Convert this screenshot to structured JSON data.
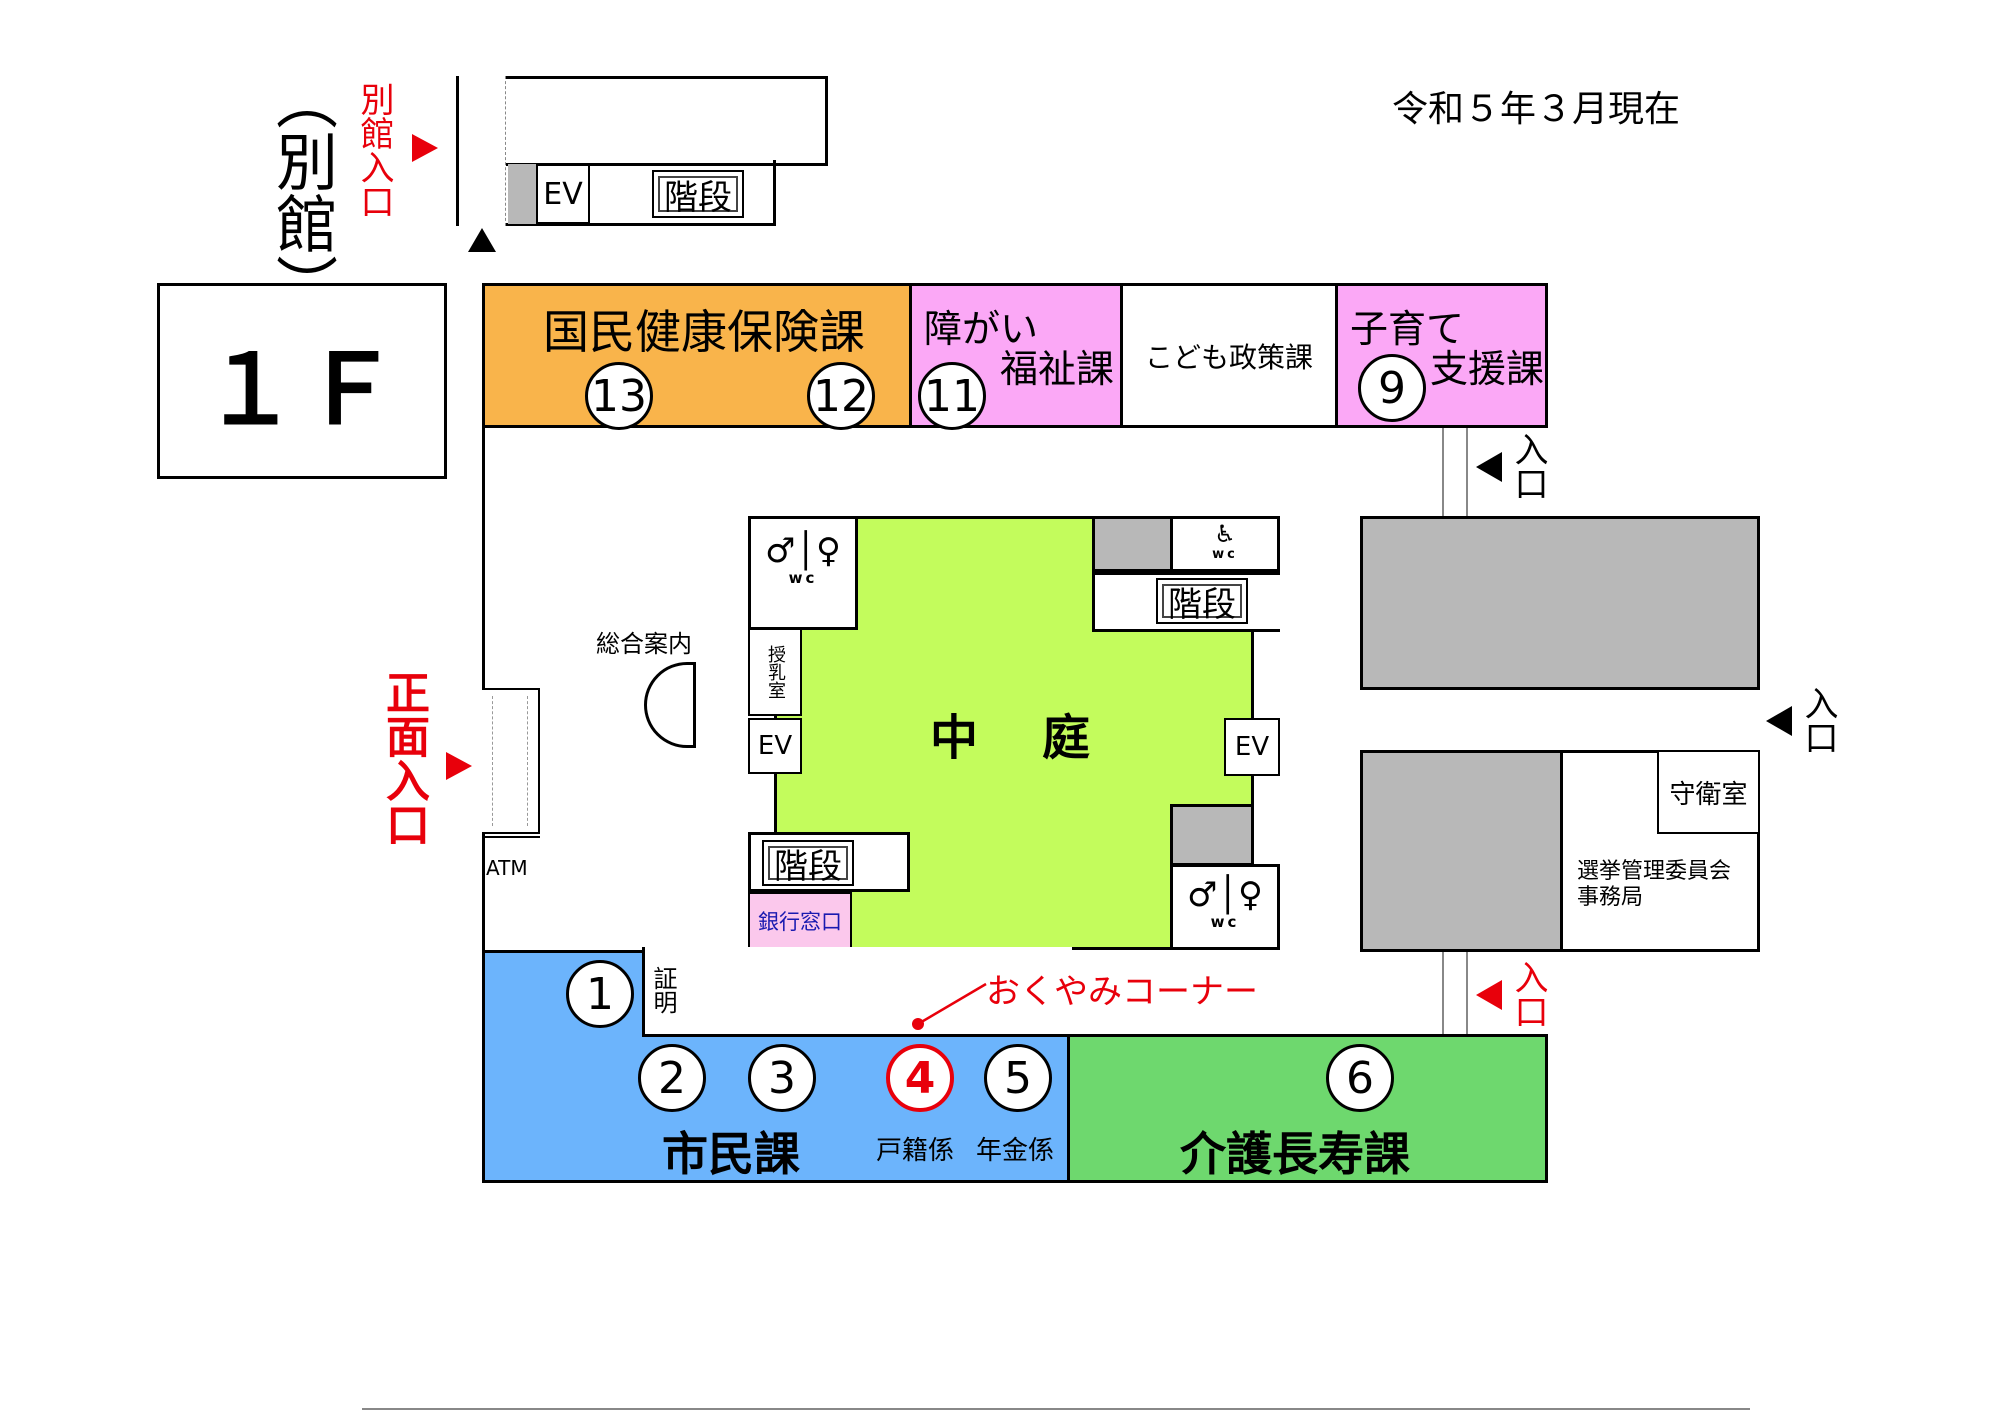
{
  "header": {
    "date": "令和５年３月現在",
    "floor": "１Ｆ"
  },
  "annex": {
    "title": "（別館）",
    "entrance": "別館入口",
    "ev": "EV",
    "stairs": "階段"
  },
  "rooms": {
    "kokumin": {
      "name": "国民健康保険課",
      "nums": [
        "13",
        "12"
      ]
    },
    "shougai": {
      "name1": "障がい",
      "name2": "福祉課",
      "num": "11"
    },
    "kodomo": {
      "name": "こども政策課"
    },
    "kosodate": {
      "name1": "子育て",
      "name2": "支援課",
      "num": "9"
    },
    "shimin": {
      "name": "市民課",
      "nums": [
        "1",
        "2",
        "3",
        "4",
        "5"
      ],
      "shomei": "証明",
      "koseki": "戸籍係",
      "nenkin": "年金係"
    },
    "kaigo": {
      "name": "介護長寿課",
      "num": "6"
    },
    "shueishitsu": "守衛室",
    "senkyo1": "選挙管理委員会",
    "senkyo2": "事務局"
  },
  "facilities": {
    "courtyard": "中　庭",
    "info": "総合案内",
    "nursing": "授乳室",
    "ev": "EV",
    "stairs": "階段",
    "bank": "銀行窓口",
    "atm": "ATM",
    "wc": "wc",
    "okuyami": "おくやみコーナー"
  },
  "entrances": {
    "main": "正面入口",
    "side": "入口"
  },
  "colors": {
    "orange": "#f9b44b",
    "pink": "#fba8f6",
    "blue": "#6cb4fc",
    "green": "#6ed86e",
    "courtyard": "#c3fc5c",
    "bank_pink": "#fbc8ec",
    "red": "#e8000b",
    "grey": "#b8b8b8"
  },
  "icons": [
    "restroom-icon",
    "wheelchair-icon",
    "entrance-arrow-icon"
  ]
}
